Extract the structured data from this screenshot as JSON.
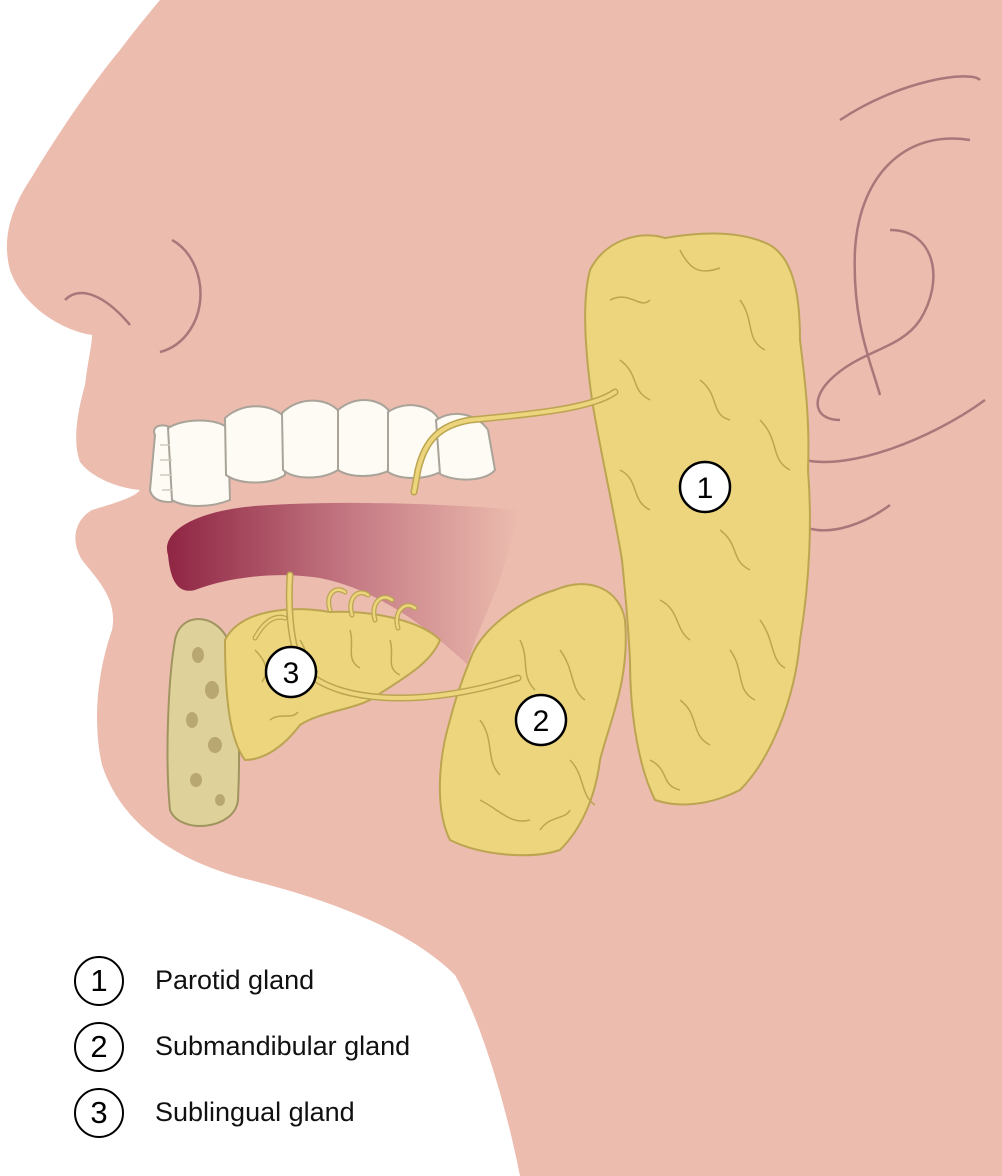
{
  "colors": {
    "skin": "#ecbcae",
    "gland": "#ecd57c",
    "gland_outline": "#bca551",
    "teeth": "#fdfbf3",
    "tongue": "#9a3149",
    "bone": "#dfd19a",
    "line": "#a8777a"
  },
  "markers": [
    {
      "id": "1",
      "text": "1"
    },
    {
      "id": "2",
      "text": "2"
    },
    {
      "id": "3",
      "text": "3"
    }
  ],
  "legend": [
    {
      "marker": "1",
      "label": "Parotid gland"
    },
    {
      "marker": "2",
      "label": "Submandibular gland"
    },
    {
      "marker": "3",
      "label": "Sublingual gland"
    }
  ]
}
